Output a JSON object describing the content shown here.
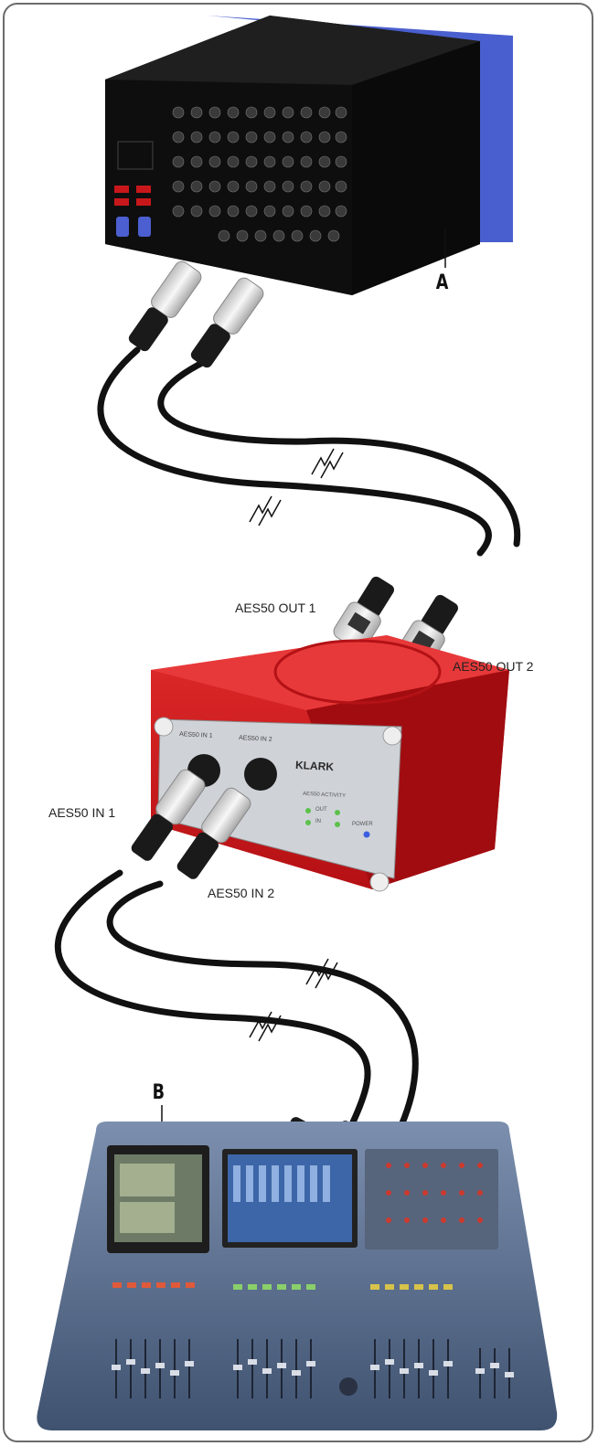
{
  "labels": {
    "device_a": "A",
    "device_b": "B",
    "aes50_out_1": "AES50 OUT 1",
    "aes50_out_2": "AES50 OUT 2",
    "aes50_in_1": "AES50 IN 1",
    "aes50_in_2": "AES50 IN 2"
  },
  "interface_panel": {
    "port_in_1": "AES50 IN 1",
    "port_in_2": "AES50 IN 2",
    "brand": "KLARK",
    "activity": "AES50 ACTIVITY",
    "out": "OUT",
    "in": "IN",
    "power": "POWER"
  },
  "colors": {
    "frame": "#6c6c6c",
    "stagebox_body": "#141414",
    "stagebox_panel": "#4a5fcf",
    "interface_red": "#d3181c",
    "interface_panel": "#cfd3d8",
    "console_blue": "#5a6f8f",
    "cable": "#111111"
  },
  "icons": [
    "rack-stagebox-icon",
    "xlr-connector-icon",
    "cable-break-icon",
    "network-interface-box-icon",
    "mixing-console-icon"
  ]
}
